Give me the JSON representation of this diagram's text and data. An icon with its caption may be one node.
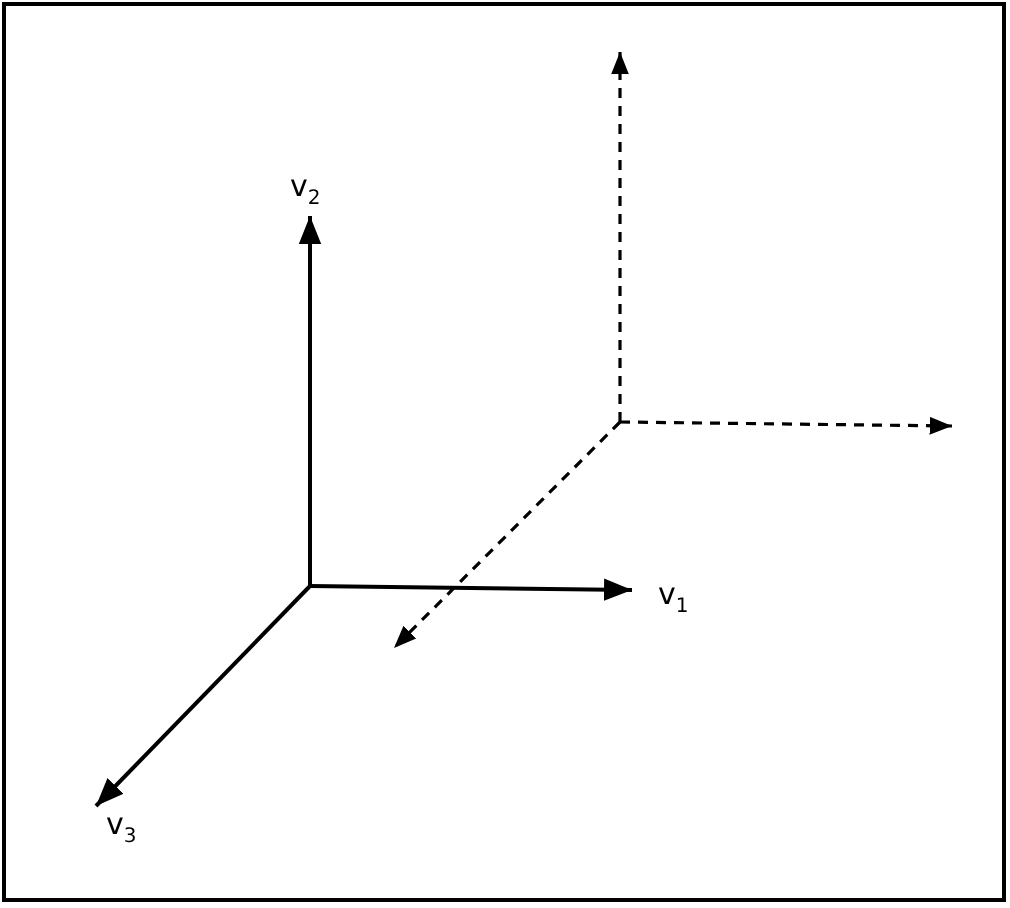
{
  "diagram": {
    "labels": [
      "v$_{2}$",
      "v$_{1}$",
      "v$_{3}$"
    ]
  }
}
